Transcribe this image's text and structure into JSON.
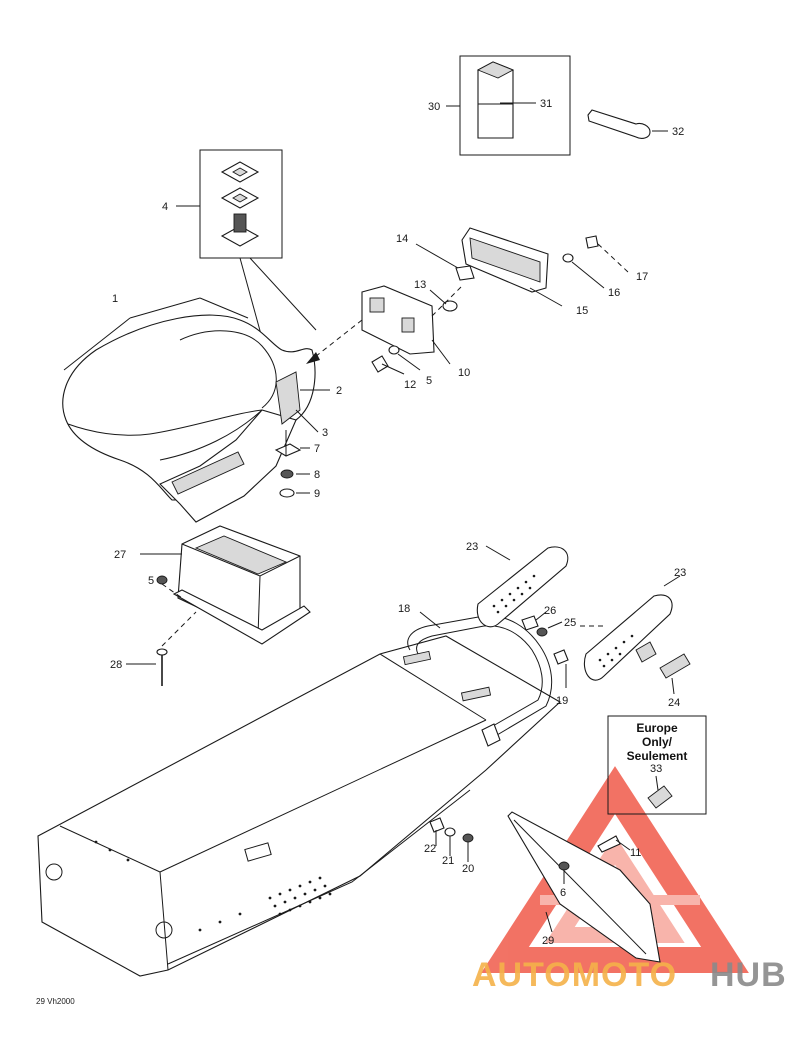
{
  "callouts": {
    "c1": "1",
    "c2": "2",
    "c3": "3",
    "c4": "4",
    "c5a": "5",
    "c5b": "5",
    "c6": "6",
    "c7": "7",
    "c8": "8",
    "c9": "9",
    "c10": "10",
    "c11": "11",
    "c12": "12",
    "c13": "13",
    "c14": "14",
    "c15": "15",
    "c16": "16",
    "c17": "17",
    "c18": "18",
    "c19": "19",
    "c20": "20",
    "c21": "21",
    "c22": "22",
    "c23a": "23",
    "c23b": "23",
    "c24": "24",
    "c25": "25",
    "c26": "26",
    "c27": "27",
    "c28": "28",
    "c29": "29",
    "c30": "30",
    "c31": "31",
    "c32": "32",
    "c33": "33"
  },
  "note_box": {
    "line1": "Europe",
    "line2": "Only/",
    "line3": "Seulement"
  },
  "drawing_code": "29 Vh2000",
  "watermark": {
    "part1": "AUTOMOTO",
    "part2": "HUB",
    "color_primary": "#f05a4a",
    "color_light": "#f7a79d",
    "color_accent": "#f5b24a",
    "color_gray": "#8a8a8a"
  }
}
